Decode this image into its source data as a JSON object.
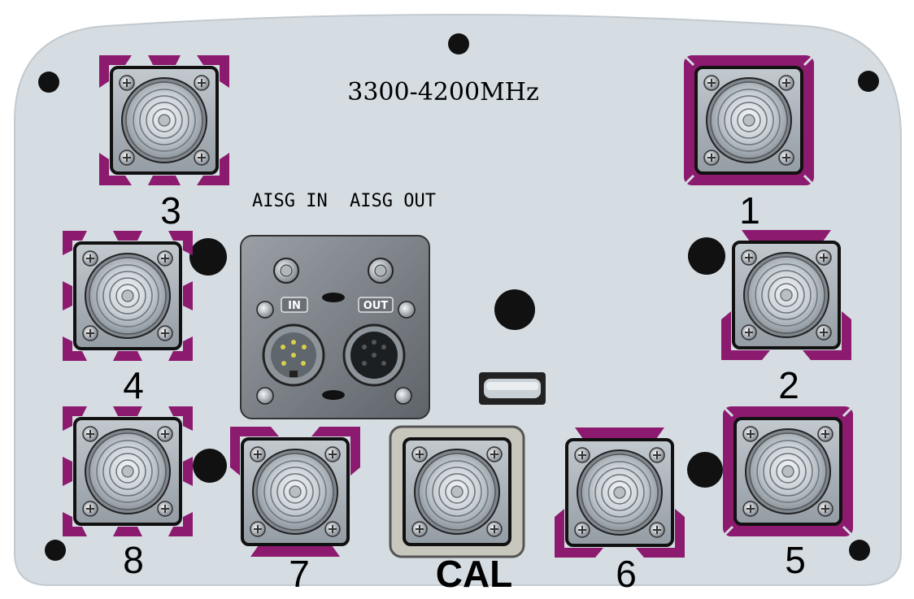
{
  "title": "3300-4200MHz",
  "aisg": {
    "in_label": "AISG IN",
    "out_label": "AISG OUT",
    "plate_in": "IN",
    "plate_out": "OUT"
  },
  "ports": [
    {
      "id": "1",
      "label": "1"
    },
    {
      "id": "2",
      "label": "2"
    },
    {
      "id": "3",
      "label": "3"
    },
    {
      "id": "4",
      "label": "4"
    },
    {
      "id": "5",
      "label": "5"
    },
    {
      "id": "6",
      "label": "6"
    },
    {
      "id": "7",
      "label": "7"
    },
    {
      "id": "8",
      "label": "8"
    },
    {
      "id": "cal",
      "label": "CAL"
    }
  ],
  "colors": {
    "panel": "#d5dde3",
    "band": "#8c1a6e",
    "body": "#a7afb6",
    "dark": "#111111"
  }
}
